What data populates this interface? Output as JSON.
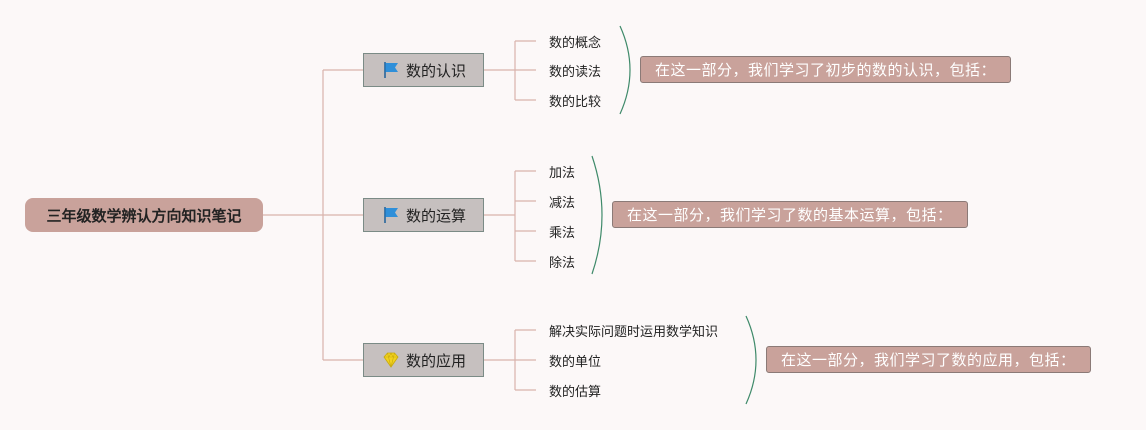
{
  "root": {
    "title": "三年级数学辨认方向知识笔记"
  },
  "branches": [
    {
      "label": "数的认识",
      "icon": "flag-icon",
      "items": [
        "数的概念",
        "数的读法",
        "数的比较"
      ],
      "summary": "在这一部分，我们学习了初步的数的认识，包括："
    },
    {
      "label": "数的运算",
      "icon": "flag-icon",
      "items": [
        "加法",
        "减法",
        "乘法",
        "除法"
      ],
      "summary": "在这一部分，我们学习了数的基本运算，包括："
    },
    {
      "label": "数的应用",
      "icon": "diamond-icon",
      "items": [
        "解决实际问题时运用数学知识",
        "数的单位",
        "数的估算"
      ],
      "summary": "在这一部分，我们学习了数的应用，包括："
    }
  ],
  "colors": {
    "node_fill": "#c9a29b",
    "branch_fill": "#c6c0bf",
    "connector": "#d9b3ac",
    "bracket": "#3f8a6a",
    "flag": "#2f8fd9",
    "diamond": "#f2d21f"
  }
}
